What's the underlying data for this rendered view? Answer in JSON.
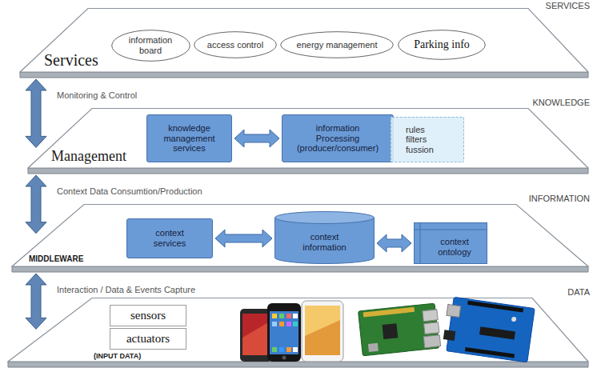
{
  "diagram": {
    "nodes": [
      {
        "text": [
          "SERVICES",
          "Services"
        ]
      },
      {
        "text": [
          "information board"
        ],
        "in": 0
      },
      {
        "text": [
          "access control"
        ],
        "in": 0
      },
      {
        "text": [
          "energy management"
        ],
        "in": 0
      },
      {
        "text": [
          "Parking info"
        ],
        "in": 0
      },
      {
        "text": [
          "KNOWLEDGE",
          "Management"
        ]
      },
      {
        "text": [
          "knowledge management services"
        ],
        "in": 5
      },
      {
        "text": [
          "information Processing (producer/consumer)"
        ],
        "in": 5
      },
      {
        "text": [
          "rules filters fussion"
        ],
        "in": 5
      },
      {
        "text": [
          "INFORMATION",
          "MIDDLEWARE"
        ]
      },
      {
        "text": [
          "context services"
        ],
        "in": 9
      },
      {
        "text": [
          "context information"
        ],
        "in": 9
      },
      {
        "text": [
          "context ontology"
        ],
        "in": 9
      },
      {
        "text": [
          "DATA",
          "(INPUT DATA)"
        ]
      },
      {
        "text": [
          "sensors"
        ],
        "in": 13
      },
      {
        "text": [
          "actuators"
        ],
        "in": 13
      }
    ],
    "edges": [
      {
        "from": 0,
        "to": 5,
        "arrow": "both",
        "label": "Monitoring & Control"
      },
      {
        "from": 6,
        "to": 7,
        "arrow": "both"
      },
      {
        "from": 5,
        "to": 9,
        "arrow": "both",
        "label": "Context Data Consumtion/Production"
      },
      {
        "from": 10,
        "to": 11,
        "arrow": "both"
      },
      {
        "from": 11,
        "to": 12,
        "arrow": "both"
      },
      {
        "from": 9,
        "to": 13,
        "arrow": "both",
        "label": "Interaction / Data & Events Capture"
      }
    ]
  }
}
